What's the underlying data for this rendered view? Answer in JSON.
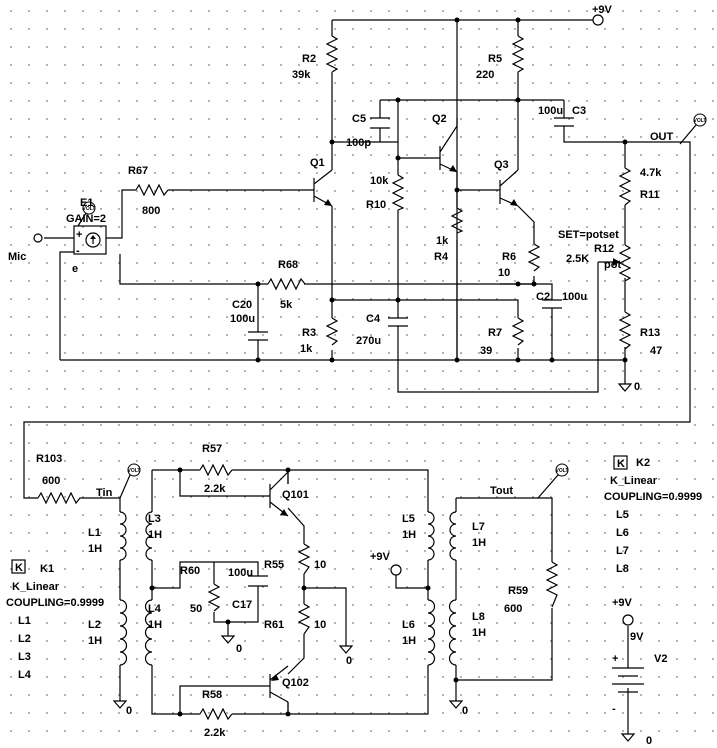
{
  "supply": {
    "plus9v_top": "+9V",
    "plus9v_mid": "+9V",
    "plus9v_v2": "+9V"
  },
  "inputs": {
    "mic": "Mic",
    "tin": "Tin",
    "tout": "Tout",
    "out": "OUT"
  },
  "probes": {
    "label": "VOLT"
  },
  "amp": {
    "e1": {
      "name": "E1",
      "gain": "GAIN=2",
      "e": "e",
      "plus": "+",
      "minus": "-"
    },
    "r67": {
      "name": "R67",
      "value": "800"
    },
    "r68": {
      "name": "R68",
      "value": "5k"
    },
    "r2": {
      "name": "R2",
      "value": "39k"
    },
    "r5": {
      "name": "R5",
      "value": "220"
    },
    "c5": {
      "name": "C5",
      "value": "100p"
    },
    "c3": {
      "name": "C3",
      "value": "100u"
    },
    "q1": {
      "name": "Q1"
    },
    "q2": {
      "name": "Q2"
    },
    "q3": {
      "name": "Q3"
    },
    "r10": {
      "name": "R10",
      "value": "10k"
    },
    "r4": {
      "name": "R4",
      "value": "1k"
    },
    "r6": {
      "name": "R6",
      "value": "10"
    },
    "c20": {
      "name": "C20",
      "value": "100u"
    },
    "r3": {
      "name": "R3",
      "value": "1k"
    },
    "c4": {
      "name": "C4",
      "value": "270u"
    },
    "r7": {
      "name": "R7",
      "value": "39"
    },
    "c2": {
      "name": "C2",
      "value": "100u"
    },
    "r11": {
      "name": "R11",
      "value": "4.7k"
    },
    "r12": {
      "name": "R12",
      "value": "2.5K",
      "set": "SET=potset",
      "pot": "pot"
    },
    "r13": {
      "name": "R13",
      "value": "47"
    },
    "gnd": "0"
  },
  "output": {
    "r103": {
      "name": "R103",
      "value": "600"
    },
    "l1": {
      "name": "L1",
      "value": "1H"
    },
    "l2": {
      "name": "L2",
      "value": "1H"
    },
    "l3": {
      "name": "L3",
      "value": "1H"
    },
    "l4": {
      "name": "L4",
      "value": "1H"
    },
    "l5": {
      "name": "L5",
      "value": "1H"
    },
    "l6": {
      "name": "L6",
      "value": "1H"
    },
    "l7": {
      "name": "L7",
      "value": "1H"
    },
    "l8": {
      "name": "L8",
      "value": "1H"
    },
    "r57": {
      "name": "R57",
      "value": "2.2k"
    },
    "r58": {
      "name": "R58",
      "value": "2.2k"
    },
    "q101": {
      "name": "Q101"
    },
    "q102": {
      "name": "Q102"
    },
    "r60": {
      "name": "R60",
      "value": "50"
    },
    "c17": {
      "name": "C17",
      "value": "100u"
    },
    "r55": {
      "name": "R55",
      "value": "10"
    },
    "r61": {
      "name": "R61",
      "value": "10"
    },
    "r59": {
      "name": "R59",
      "value": "600"
    },
    "v2": {
      "name": "V2",
      "value": "9V",
      "plus": "+",
      "minus": "-"
    },
    "gnd": "0"
  },
  "k1": {
    "badge": "K",
    "name": "K1",
    "model": "K_Linear",
    "coupling": "COUPLING=0.9999",
    "inductors": [
      "L1",
      "L2",
      "L3",
      "L4"
    ]
  },
  "k2": {
    "badge": "K",
    "name": "K2",
    "model": "K_Linear",
    "coupling": "COUPLING=0.9999",
    "inductors": [
      "L5",
      "L6",
      "L7",
      "L8"
    ]
  }
}
